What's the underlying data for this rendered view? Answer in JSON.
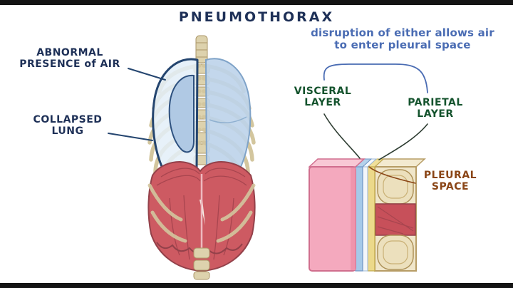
{
  "title": "PNEUMOTHORAX",
  "annotations": {
    "abnormal_air": {
      "line1": "ABNORMAL",
      "line2": "PRESENCE of AIR"
    },
    "collapsed_lung": {
      "line1": "COLLAPSED",
      "line2": "LUNG"
    },
    "disruption_note": {
      "line1": "disruption of either allows air",
      "line2": "to enter pleural space"
    },
    "visceral_layer": {
      "line1": "VISCERAL",
      "line2": "LAYER"
    },
    "parietal_layer": {
      "line1": "PARIETAL",
      "line2": "LAYER"
    },
    "pleural_space": {
      "line1": "PLEURAL",
      "line2": "SPACE"
    }
  },
  "colors": {
    "title_navy": "#1e3057",
    "note_blue": "#4a6cb3",
    "layer_green": "#14532d",
    "pleural_brown": "#8a4516",
    "lung_fill": "#bdd3ea",
    "pleura_outline_navy": "#24456f",
    "diaphragm_red": "#cd5a62",
    "bone_beige": "#e6dab4",
    "lung_slab_pink": "#f4a9be",
    "letterbox_black": "#141414"
  }
}
